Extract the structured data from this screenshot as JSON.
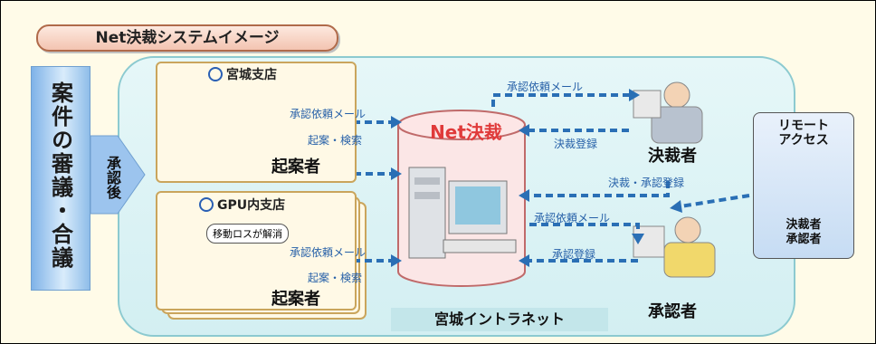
{
  "title": "Net決裁システムイメージ",
  "left_panel": "案件の審議・合議",
  "after_arrow": "承認後",
  "intranet_label": "宮城イントラネット",
  "center": {
    "label": "Net決裁"
  },
  "branch_top": {
    "title": "宮城支店",
    "role": "起案者",
    "msg1": "承認依頼メール",
    "msg2": "起案・検索"
  },
  "branch_bottom": {
    "title": "GPU内支店",
    "role": "起案者",
    "bubble": "移動ロスが解消",
    "msg1": "承認依頼メール",
    "msg2": "起案・検索"
  },
  "decider": {
    "role": "決裁者",
    "msg_in": "承認依頼メール",
    "msg_out": "決裁登録"
  },
  "approver": {
    "role": "承認者",
    "msg_in": "承認依頼メール",
    "msg_out": "承認登録"
  },
  "remote": {
    "title_1": "リモート",
    "title_2": "アクセス",
    "sub_1": "決裁者",
    "sub_2": "承認者",
    "msg": "決裁・承認登録"
  },
  "colors": {
    "arrow": "#2a6fb5",
    "accent_red": "#e03a3a",
    "branch_border": "#caa55c",
    "intranet_bg": "#d3eff2"
  }
}
